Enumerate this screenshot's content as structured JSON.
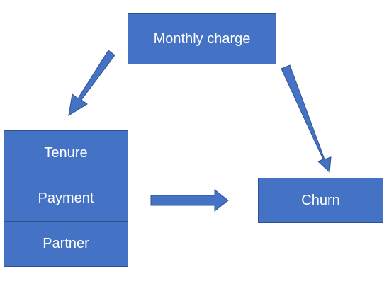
{
  "nodes": {
    "monthly_charge": "Monthly charge",
    "churn": "Churn",
    "stack": [
      "Tenure",
      "Payment",
      "Partner"
    ]
  },
  "edges": [
    {
      "from": "Monthly charge",
      "to": "Tenure / Payment / Partner"
    },
    {
      "from": "Monthly charge",
      "to": "Churn"
    },
    {
      "from": "Tenure / Payment / Partner",
      "to": "Churn"
    }
  ],
  "colors": {
    "fill": "#4472c4",
    "border": "#2f528f",
    "text": "#ffffff",
    "background": "#ffffff"
  }
}
